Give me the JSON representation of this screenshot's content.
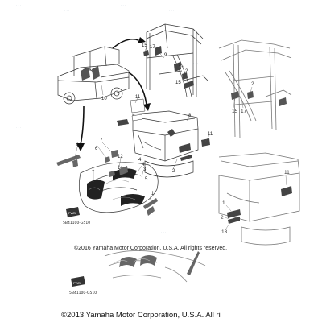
{
  "upper_diagram": {
    "copyright": "©2016 Yamaha Motor Corporation, U.S.A. All rights reserved.",
    "figure_code": "5B41100-G510",
    "callouts": [
      "10",
      "11",
      "7",
      "11",
      "6",
      "4",
      "12",
      "1",
      "4",
      "3",
      "17",
      "15",
      "9",
      "3",
      "2",
      "8",
      "15",
      "2",
      "14",
      "1",
      "4",
      "5"
    ]
  },
  "lower_diagram": {
    "copyright": "©2013 Yamaha Motor Corporation, U.S.A. All ri",
    "figure_code": "5B41100-G510",
    "callouts": [
      "17",
      "15",
      "2",
      "11",
      "1",
      "2",
      "13"
    ]
  }
}
